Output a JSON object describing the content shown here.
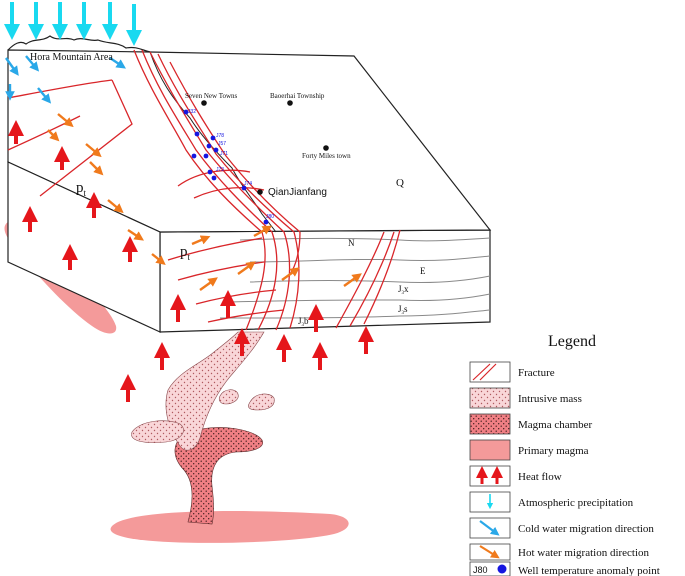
{
  "diagram": {
    "labels": {
      "mountain_area": "Hora Mountain Area",
      "block_top_left": "p",
      "block_top_left_sub": "t",
      "block_front": "p",
      "block_front_sub": "t",
      "quaternary": "Q",
      "neogene": "N",
      "eogene": "E",
      "jx_main": "J",
      "jx_sub": "3",
      "jx_tail": "x",
      "js_main": "J",
      "js_sub": "3",
      "js_tail": "s",
      "jb_main": "J",
      "jb_sub": "3",
      "jb_tail": "b"
    },
    "places": [
      {
        "name": "Seven New Towns"
      },
      {
        "name": "Baoerhai Township"
      },
      {
        "name": "Forty Miles town"
      },
      {
        "name": "QianJianfang"
      }
    ],
    "wells": [
      "J32",
      "J78",
      "J57",
      "J71",
      "J73",
      "J74",
      "J80"
    ]
  },
  "legend": {
    "title": "Legend",
    "items": [
      {
        "key": "fracture",
        "label": "Fracture"
      },
      {
        "key": "intrusive",
        "label": "Intrusive mass"
      },
      {
        "key": "chamber",
        "label": "Magma chamber"
      },
      {
        "key": "primary",
        "label": "Primary magma"
      },
      {
        "key": "heat",
        "label": "Heat flow"
      },
      {
        "key": "precip",
        "label": "Atmospheric precipitation"
      },
      {
        "key": "cold",
        "label": "Cold water migration direction"
      },
      {
        "key": "hot",
        "label": "Hot water migration direction"
      },
      {
        "key": "well",
        "label": "Well temperature anomaly point",
        "sample": "J80"
      }
    ]
  },
  "colors": {
    "fault": "#d9262a",
    "heat": "#e5161b",
    "cyan": "#19d9f0",
    "cold": "#2aa8e8",
    "hot": "#f07a1c",
    "well": "#1515e0",
    "primary": "#f49a9a",
    "chamber": "#f07f84",
    "intrusive": "#f9d6d8"
  }
}
